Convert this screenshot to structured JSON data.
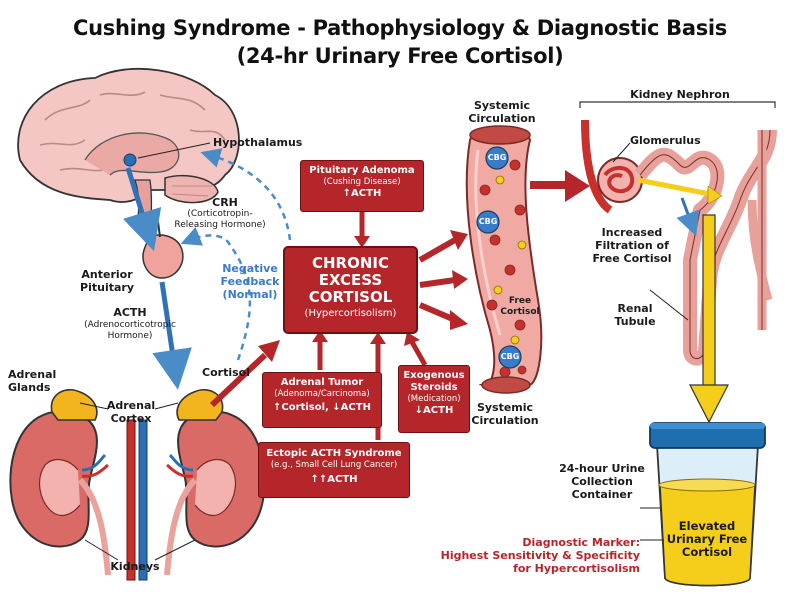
{
  "title": {
    "line1": "Cushing Syndrome - Pathophysiology & Diagnostic Basis",
    "line2": "(24-hr Urinary Free Cortisol)"
  },
  "hpa_axis": {
    "hypothalamus": "Hypothalamus",
    "crh": "CRH",
    "crh_full_line1": "(Corticotropin-",
    "crh_full_line2": "Releasing Hormone)",
    "anterior_pituitary_line1": "Anterior",
    "anterior_pituitary_line2": "Pituitary",
    "acth": "ACTH",
    "acth_full_line1": "(Adrenocorticotropic",
    "acth_full_line2": "Hormone)",
    "negative_feedback_line1": "Negative",
    "negative_feedback_line2": "Feedback",
    "negative_feedback_line3": "(Normal)",
    "cortisol": "Cortisol",
    "adrenal_glands_line1": "Adrenal",
    "adrenal_glands_line2": "Glands",
    "adrenal_cortex_line1": "Adrenal",
    "adrenal_cortex_line2": "Cortex",
    "kidneys": "Kidneys"
  },
  "causes": {
    "pituitary_adenoma": {
      "line1": "Pituitary Adenoma",
      "line2": "(Cushing Disease)",
      "marker": "↑ACTH"
    },
    "adrenal_tumor": {
      "line1": "Adrenal Tumor",
      "line2": "(Adenoma/Carcinoma)",
      "marker": "↑Cortisol, ↓ACTH"
    },
    "exogenous_steroids": {
      "line1": "Exogenous",
      "line2": "Steroids",
      "line3": "(Medication)",
      "marker": "↓ACTH"
    },
    "ectopic_acth": {
      "line1": "Ectopic ACTH Syndrome",
      "line2": "(e.g., Small Cell Lung Cancer)",
      "marker": "↑↑ACTH"
    }
  },
  "central": {
    "line1": "CHRONIC",
    "line2": "EXCESS",
    "line3": "CORTISOL",
    "line4": "(Hypercortisolism)"
  },
  "circulation": {
    "top_line1": "Systemic",
    "top_line2": "Circulation",
    "bottom_line1": "Systemic",
    "bottom_line2": "Circulation",
    "cbg": "CBG",
    "free_cortisol_line1": "Free",
    "free_cortisol_line2": "Cortisol"
  },
  "kidney": {
    "nephron": "Kidney Nephron",
    "glomerulus": "Glomerulus",
    "increased_line1": "Increased",
    "increased_line2": "Filtration of",
    "increased_line3": "Free Cortisol",
    "renal_tubule_line1": "Renal",
    "renal_tubule_line2": "Tubule"
  },
  "urine": {
    "container_line1": "24-hour Urine",
    "container_line2": "Collection",
    "container_line3": "Container",
    "elevated_line1": "Elevated",
    "elevated_line2": "Urinary Free",
    "elevated_line3": "Cortisol",
    "marker_line1": "Diagnostic Marker:",
    "marker_line2": "Highest Sensitivity & Specificity",
    "marker_line3": "for Hypercortisolism"
  },
  "colors": {
    "red": "#b5262b",
    "vessel": "#e89a96",
    "feedback_blue": "#4a8cc8",
    "adrenal_yellow": "#f2b51e",
    "urine_yellow": "#f5cd1b",
    "lid_blue": "#1f6fb0"
  }
}
